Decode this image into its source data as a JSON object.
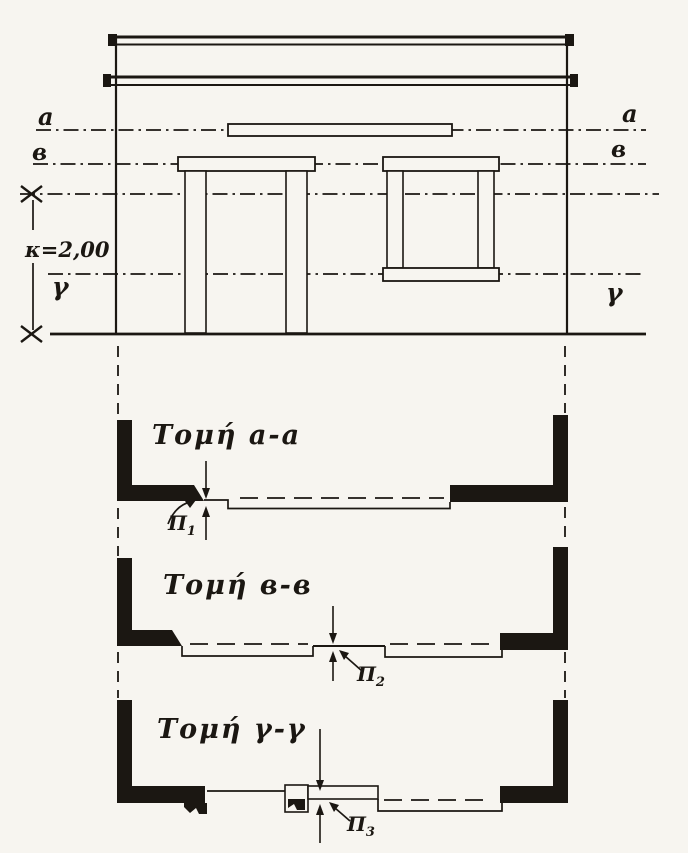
{
  "figure": {
    "kind": "architectural elevation with three horizontal section views",
    "ink_color": "#1b1712",
    "paper_color": "#f7f5f0"
  },
  "elevation": {
    "dimension_label": "κ=2,00",
    "levels": {
      "left": [
        "a",
        "в",
        "γ"
      ],
      "right": [
        "a",
        "в",
        "γ"
      ]
    }
  },
  "sections": [
    {
      "id": "a-a",
      "title": "Τομή a-a",
      "callout": {
        "label": "Π",
        "index": "1"
      }
    },
    {
      "id": "в-в",
      "title": "Τομή в-в",
      "callout": {
        "label": "Π",
        "index": "2"
      }
    },
    {
      "id": "γ-γ",
      "title": "Τομή γ-γ",
      "callout": {
        "label": "Π",
        "index": "3"
      }
    }
  ]
}
